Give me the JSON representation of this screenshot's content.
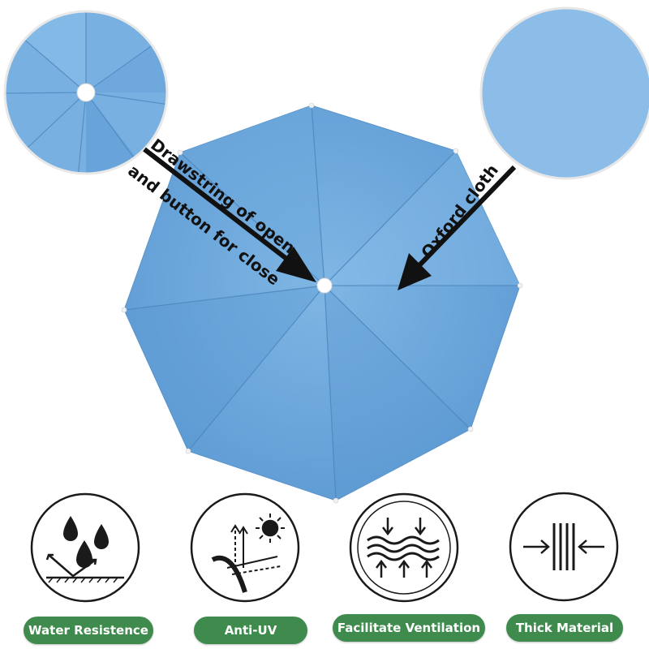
{
  "colors": {
    "umbrella": "#6aa6db",
    "umbrella_dark": "#4f8dc8",
    "umbrella_light": "#8dc0ea",
    "pill_green": "#3f8b4e",
    "arrow": "#111111",
    "icon_stroke": "#1a1a1a"
  },
  "callouts": {
    "drawstring_line1": "Drawstring of open",
    "drawstring_line2": "and button for close",
    "oxford": "Oxford cloth"
  },
  "features": [
    {
      "label": "Water Resistence",
      "icon": "water-drops-icon"
    },
    {
      "label": "Anti-UV",
      "icon": "sun-uv-icon"
    },
    {
      "label": "Facilitate Ventilation",
      "icon": "ventilation-waves-icon"
    },
    {
      "label": "Thick Material",
      "icon": "thick-material-icon"
    }
  ]
}
